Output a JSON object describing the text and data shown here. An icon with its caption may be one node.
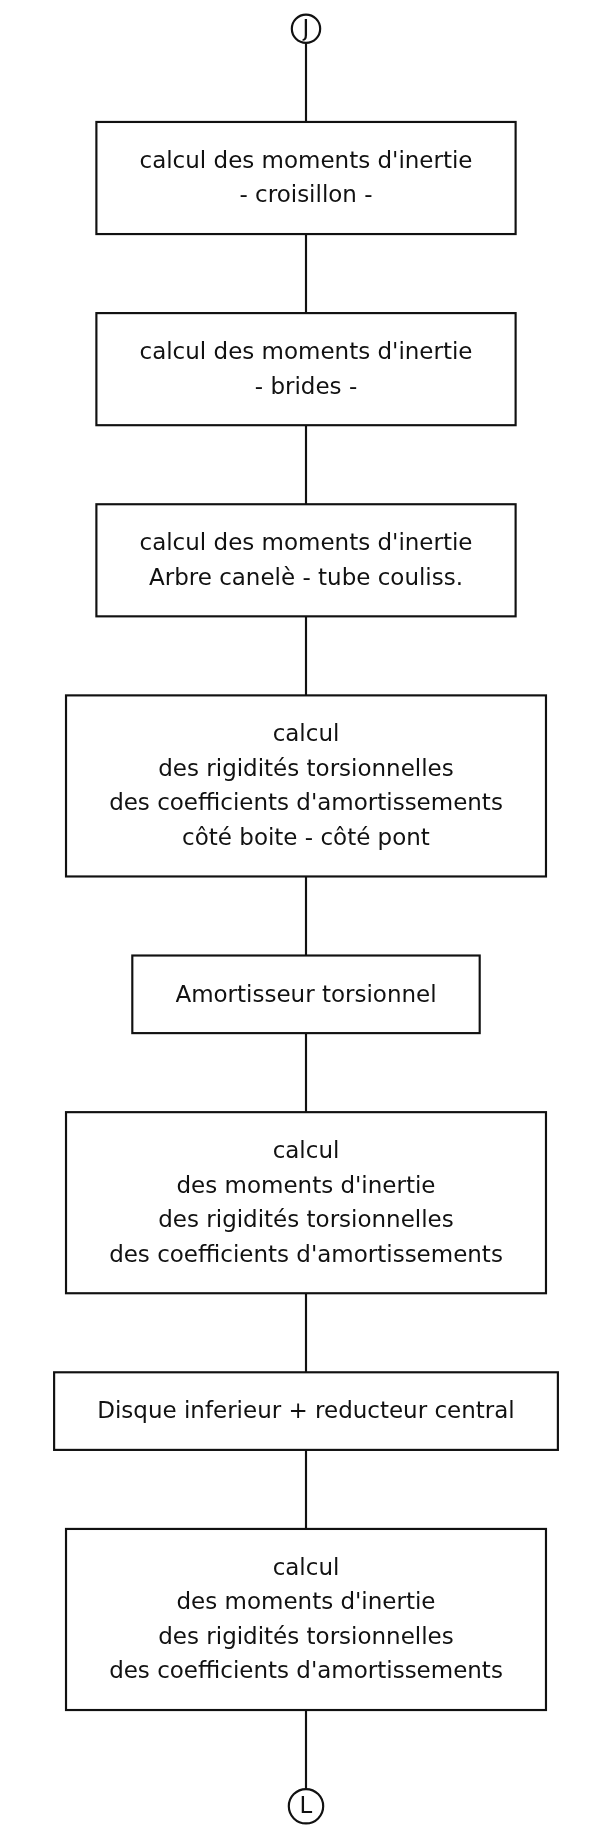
{
  "diagram": {
    "nodes": [
      {
        "text": [
          "J"
        ]
      },
      {
        "text": [
          "calcul des moments d'inertie",
          "- croisillon -"
        ]
      },
      {
        "text": [
          "calcul des moments d'inertie",
          "- brides -"
        ]
      },
      {
        "text": [
          "calcul des moments d'inertie",
          "Arbre canelè - tube couliss."
        ]
      },
      {
        "text": [
          "calcul",
          "des rigidités torsionnelles",
          "des coefficients d'amortissements",
          "côté boite - côté pont"
        ]
      },
      {
        "text": [
          "Amortisseur torsionnel"
        ]
      },
      {
        "text": [
          "calcul",
          "des moments d'inertie",
          "des rigidités torsionnelles",
          "des coefficients d'amortissements"
        ]
      },
      {
        "text": [
          "Disque inferieur + reducteur central"
        ]
      },
      {
        "text": [
          "calcul",
          "des moments d'inertie",
          "des rigidités torsionnelles",
          "des coefficients d'amortissements"
        ]
      },
      {
        "text": [
          "L"
        ]
      }
    ],
    "edges": [
      {
        "from": 0,
        "to": 1,
        "arrow": "none"
      },
      {
        "from": 1,
        "to": 2,
        "arrow": "none"
      },
      {
        "from": 2,
        "to": 3,
        "arrow": "none"
      },
      {
        "from": 3,
        "to": 4,
        "arrow": "none"
      },
      {
        "from": 4,
        "to": 5,
        "arrow": "none"
      },
      {
        "from": 5,
        "to": 6,
        "arrow": "none"
      },
      {
        "from": 6,
        "to": 7,
        "arrow": "none"
      },
      {
        "from": 7,
        "to": 8,
        "arrow": "none"
      },
      {
        "from": 8,
        "to": 9,
        "arrow": "none"
      }
    ]
  }
}
